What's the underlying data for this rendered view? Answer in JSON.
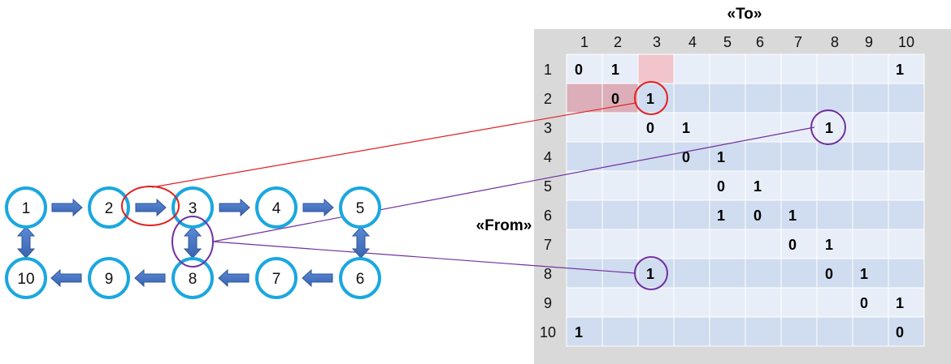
{
  "nodes": [
    "1",
    "2",
    "3",
    "4",
    "5",
    "6",
    "7",
    "8",
    "9",
    "10"
  ],
  "matrix": {
    "to_label": "«To»",
    "from_label": "«From»",
    "col_headers": [
      "1",
      "2",
      "3",
      "4",
      "5",
      "6",
      "7",
      "8",
      "9",
      "10"
    ],
    "row_headers": [
      "1",
      "2",
      "3",
      "4",
      "5",
      "6",
      "7",
      "8",
      "9",
      "10"
    ],
    "cells": [
      [
        "0",
        "1",
        "",
        "",
        "",
        "",
        "",
        "",
        "",
        "1"
      ],
      [
        "",
        "0",
        "1",
        "",
        "",
        "",
        "",
        "",
        "",
        ""
      ],
      [
        "",
        "",
        "0",
        "1",
        "",
        "",
        "",
        "1",
        "",
        ""
      ],
      [
        "",
        "",
        "",
        "0",
        "1",
        "",
        "",
        "",
        "",
        ""
      ],
      [
        "",
        "",
        "",
        "",
        "0",
        "1",
        "",
        "",
        "",
        ""
      ],
      [
        "",
        "",
        "",
        "",
        "1",
        "0",
        "1",
        "",
        "",
        ""
      ],
      [
        "",
        "",
        "",
        "",
        "",
        "",
        "0",
        "1",
        "",
        ""
      ],
      [
        "",
        "",
        "1",
        "",
        "",
        "",
        "",
        "0",
        "1",
        ""
      ],
      [
        "",
        "",
        "",
        "",
        "",
        "",
        "",
        "",
        "0",
        "1"
      ],
      [
        "1",
        "",
        "",
        "",
        "",
        "",
        "",
        "",
        "",
        "0"
      ]
    ]
  },
  "colors": {
    "node_ring": "#1aa7e0",
    "arrow_fill": "#4472c4",
    "arrow_stroke": "#2f5597",
    "highlight_red": "#e02020",
    "highlight_purple": "#7030a0",
    "matrix_frame": "#d9d9d9",
    "row_light": "#e8eef8",
    "row_dark": "#d0dcef",
    "pink_light": "#f2c4cb",
    "pink_dark": "#dcaeb9",
    "grid_line": "#ffffff"
  }
}
